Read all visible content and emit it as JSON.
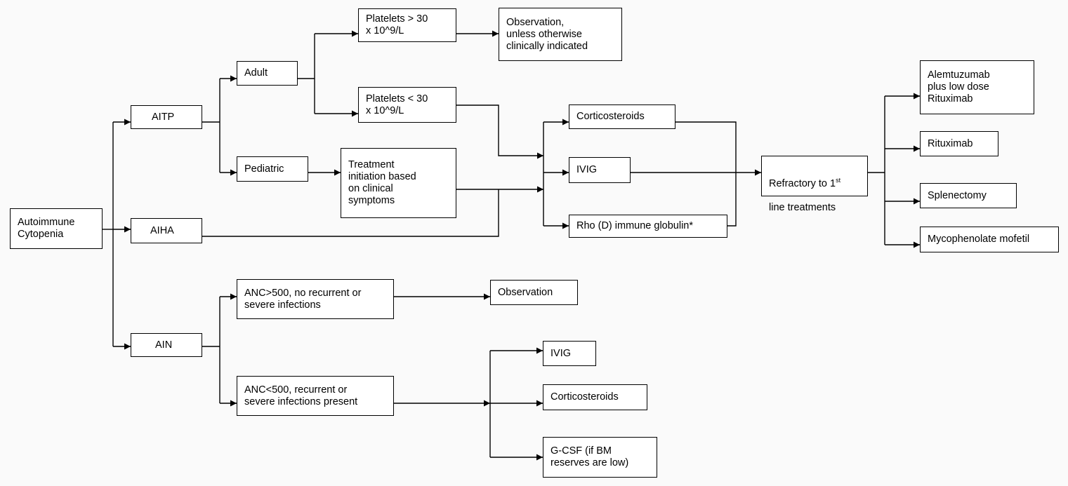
{
  "nodes": {
    "autoimmune": "Autoimmune\nCytopenia",
    "aitp": "AITP",
    "aiha": "AIHA",
    "ain": "AIN",
    "adult": "Adult",
    "pediatric": "Pediatric",
    "plt_gt30": "Platelets > 30\nx 10^9/L",
    "plt_lt30": "Platelets < 30\nx 10^9/L",
    "observation_unless": "Observation,\nunless otherwise\nclinically indicated",
    "treatment_init": "Treatment\ninitiation based\non clinical\nsymptoms",
    "corticosteroids": "Corticosteroids",
    "ivig": "IVIG",
    "rho": "Rho (D) immune globulin*",
    "refractory_line1": "Refractory to 1",
    "refractory_sup": "st",
    "refractory_line2": "line treatments",
    "alemtuzumab": "Alemtuzumab\nplus low dose\nRituximab",
    "rituximab": "Rituximab",
    "splenectomy": "Splenectomy",
    "mycophenolate": "Mycophenolate mofetil",
    "anc_gt500": "ANC>500, no recurrent or\nsevere infections",
    "observation": "Observation",
    "anc_lt500": "ANC<500, recurrent or\nsevere infections present",
    "ivig2": "IVIG",
    "corticosteroids2": "Corticosteroids",
    "gcsf": "G-CSF (if BM\nreserves are low)"
  }
}
